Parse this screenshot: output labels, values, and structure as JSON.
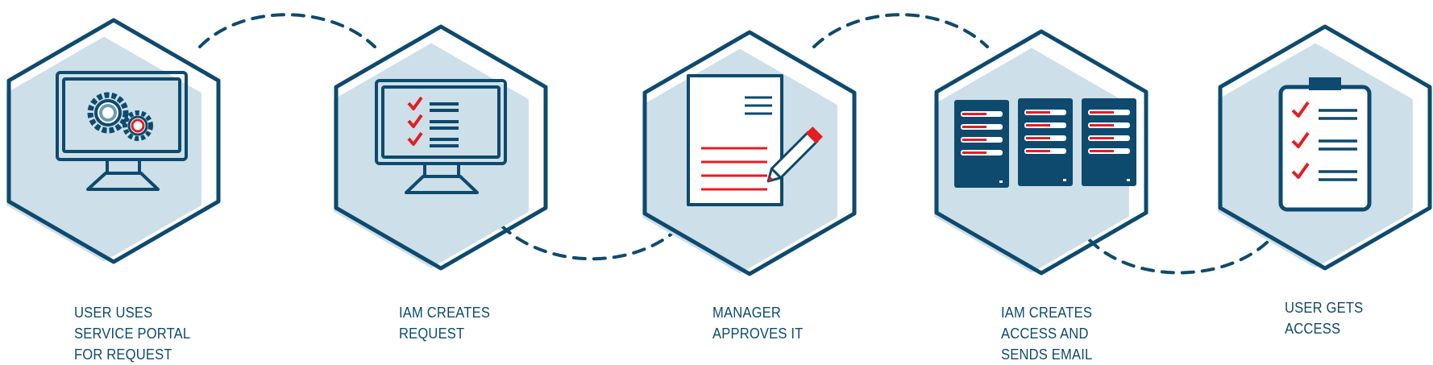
{
  "colors": {
    "primary": "#0d4a6e",
    "shadow": "#cddfe8",
    "accent": "#e31e24",
    "white": "#ffffff"
  },
  "steps": [
    {
      "icon": "monitor-gears-icon",
      "lines": [
        "USER USES",
        "SERVICE PORTAL",
        "FOR REQUEST"
      ]
    },
    {
      "icon": "monitor-checklist-icon",
      "lines": [
        "IAM CREATES",
        "REQUEST"
      ]
    },
    {
      "icon": "document-pen-icon",
      "lines": [
        "MANAGER",
        "APPROVES IT"
      ]
    },
    {
      "icon": "servers-icon",
      "lines": [
        "IAM CREATES",
        "ACCESS AND",
        "SENDS EMAIL"
      ]
    },
    {
      "icon": "clipboard-checklist-icon",
      "lines": [
        "USER GETS",
        "ACCESS"
      ]
    }
  ]
}
